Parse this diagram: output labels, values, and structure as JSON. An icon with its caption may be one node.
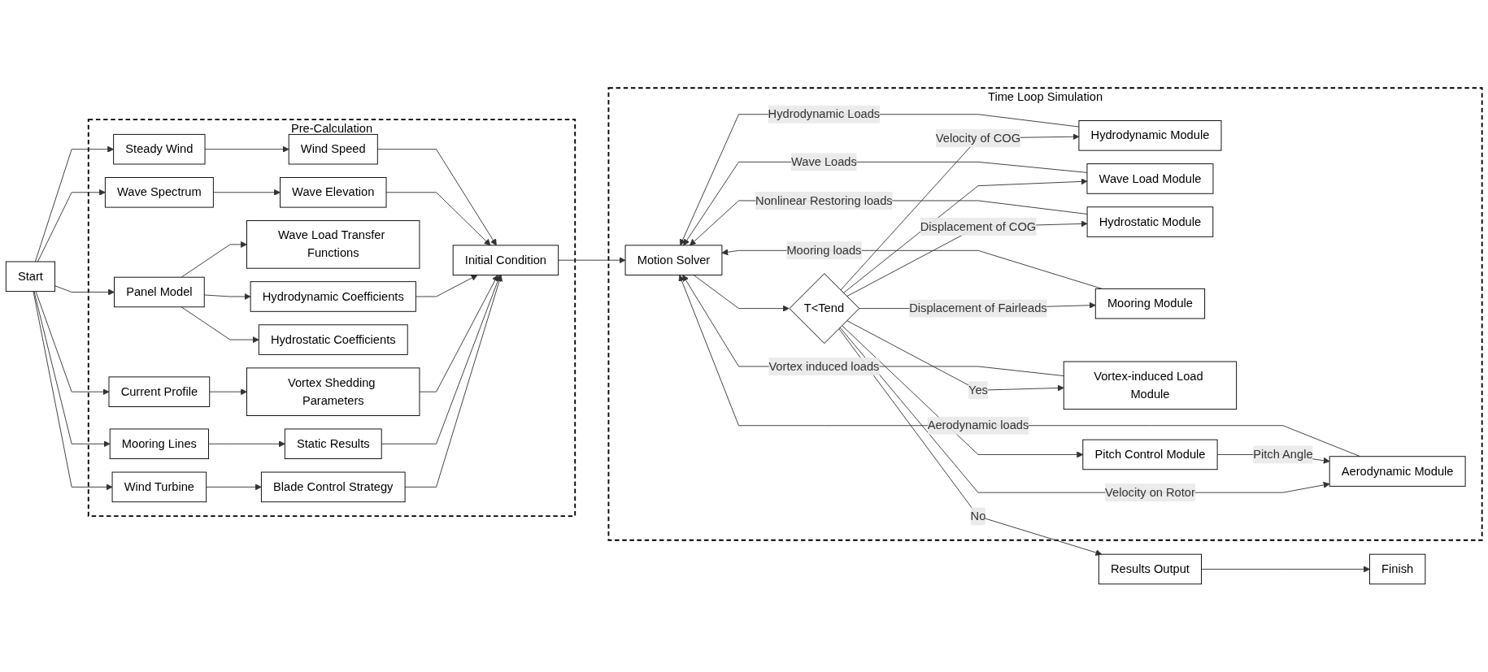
{
  "diagram": {
    "nodes": [
      {
        "text": [
          "Pre-Calculation"
        ]
      },
      {
        "text": [
          "Time Loop Simulation"
        ]
      },
      {
        "text": [
          "Start"
        ]
      },
      {
        "text": [
          "Wind Turbine"
        ],
        "in": 0
      },
      {
        "text": [
          "Blade Control Strategy"
        ],
        "in": 0
      },
      {
        "text": [
          "Mooring Lines"
        ],
        "in": 0
      },
      {
        "text": [
          "Static Results"
        ],
        "in": 0
      },
      {
        "text": [
          "Current Profile"
        ],
        "in": 0
      },
      {
        "text": [
          "Vortex Shedding Parameters"
        ],
        "in": 0
      },
      {
        "text": [
          "Panel Model"
        ],
        "in": 0
      },
      {
        "text": [
          "Hydrostatic Coefficients"
        ],
        "in": 0
      },
      {
        "text": [
          "Hydrodynamic Coefficients"
        ],
        "in": 0
      },
      {
        "text": [
          "Wave Load Transfer Functions"
        ],
        "in": 0
      },
      {
        "text": [
          "Wave Spectrum"
        ],
        "in": 0
      },
      {
        "text": [
          "Wave Elevation"
        ],
        "in": 0
      },
      {
        "text": [
          "Steady Wind"
        ],
        "in": 0
      },
      {
        "text": [
          "Wind Speed"
        ],
        "in": 0
      },
      {
        "text": [
          "Initial Condition"
        ],
        "in": 0
      },
      {
        "text": [
          "Motion Solver"
        ],
        "in": 1
      },
      {
        "text": [
          "Aerodynamic Module"
        ],
        "in": 1
      },
      {
        "text": [
          "Pitch Control Module"
        ],
        "in": 1
      },
      {
        "text": [
          "Vortex-induced Load Module"
        ],
        "in": 1
      },
      {
        "text": [
          "Mooring Module"
        ],
        "in": 1
      },
      {
        "text": [
          "Hydrostatic Module"
        ],
        "in": 1
      },
      {
        "text": [
          "Wave Load Module"
        ],
        "in": 1
      },
      {
        "text": [
          "Hydrodynamic Module"
        ],
        "in": 1
      },
      {
        "text": [
          "T<Tend"
        ],
        "in": 1
      },
      {
        "text": [
          "Results Output"
        ]
      },
      {
        "text": [
          "Finish"
        ]
      }
    ],
    "edges": [
      {
        "from": 2,
        "to": 3,
        "arrow": "to"
      },
      {
        "from": 2,
        "to": 5,
        "arrow": "to"
      },
      {
        "from": 2,
        "to": 7,
        "arrow": "to"
      },
      {
        "from": 2,
        "to": 9,
        "arrow": "to"
      },
      {
        "from": 2,
        "to": 13,
        "arrow": "to"
      },
      {
        "from": 2,
        "to": 15,
        "arrow": "to"
      },
      {
        "from": 3,
        "to": 4,
        "arrow": "to"
      },
      {
        "from": 5,
        "to": 6,
        "arrow": "to"
      },
      {
        "from": 7,
        "to": 8,
        "arrow": "to"
      },
      {
        "from": 9,
        "to": 10,
        "arrow": "to"
      },
      {
        "from": 9,
        "to": 11,
        "arrow": "to"
      },
      {
        "from": 9,
        "to": 12,
        "arrow": "to"
      },
      {
        "from": 13,
        "to": 14,
        "arrow": "to"
      },
      {
        "from": 15,
        "to": 16,
        "arrow": "to"
      },
      {
        "from": 4,
        "to": 17,
        "arrow": "to"
      },
      {
        "from": 6,
        "to": 17,
        "arrow": "to"
      },
      {
        "from": 8,
        "to": 17,
        "arrow": "to"
      },
      {
        "from": 11,
        "to": 17,
        "arrow": "to"
      },
      {
        "from": 14,
        "to": 17,
        "arrow": "to"
      },
      {
        "from": 16,
        "to": 17,
        "arrow": "to"
      },
      {
        "from": 17,
        "to": 18,
        "arrow": "to"
      },
      {
        "from": 18,
        "to": 26,
        "arrow": "to"
      },
      {
        "from": 26,
        "to": 19,
        "label": "Velocity on Rotor",
        "arrow": "to"
      },
      {
        "from": 26,
        "to": 20,
        "arrow": "to"
      },
      {
        "from": 20,
        "to": 19,
        "label": "Pitch Angle",
        "arrow": "to"
      },
      {
        "from": 26,
        "to": 21,
        "label": "Yes",
        "arrow": "to"
      },
      {
        "from": 26,
        "to": 22,
        "label": "Displacement of Fairleads",
        "arrow": "to"
      },
      {
        "from": 26,
        "to": 23,
        "label": "Displacement of COG",
        "arrow": "to"
      },
      {
        "from": 26,
        "to": 24,
        "arrow": "to"
      },
      {
        "from": 26,
        "to": 25,
        "label": "Velocity of COG",
        "arrow": "to"
      },
      {
        "from": 25,
        "to": 18,
        "label": "Hydrodynamic Loads",
        "arrow": "to"
      },
      {
        "from": 24,
        "to": 18,
        "label": "Wave Loads",
        "arrow": "to"
      },
      {
        "from": 23,
        "to": 18,
        "label": "Nonlinear Restoring loads",
        "arrow": "to"
      },
      {
        "from": 22,
        "to": 18,
        "label": "Mooring loads",
        "arrow": "to"
      },
      {
        "from": 21,
        "to": 18,
        "label": "Vortex induced loads",
        "arrow": "to"
      },
      {
        "from": 19,
        "to": 18,
        "label": "Aerodynamic loads",
        "arrow": "to"
      },
      {
        "from": 26,
        "to": 27,
        "label": "No",
        "arrow": "to"
      },
      {
        "from": 27,
        "to": 28,
        "arrow": "to"
      }
    ]
  }
}
